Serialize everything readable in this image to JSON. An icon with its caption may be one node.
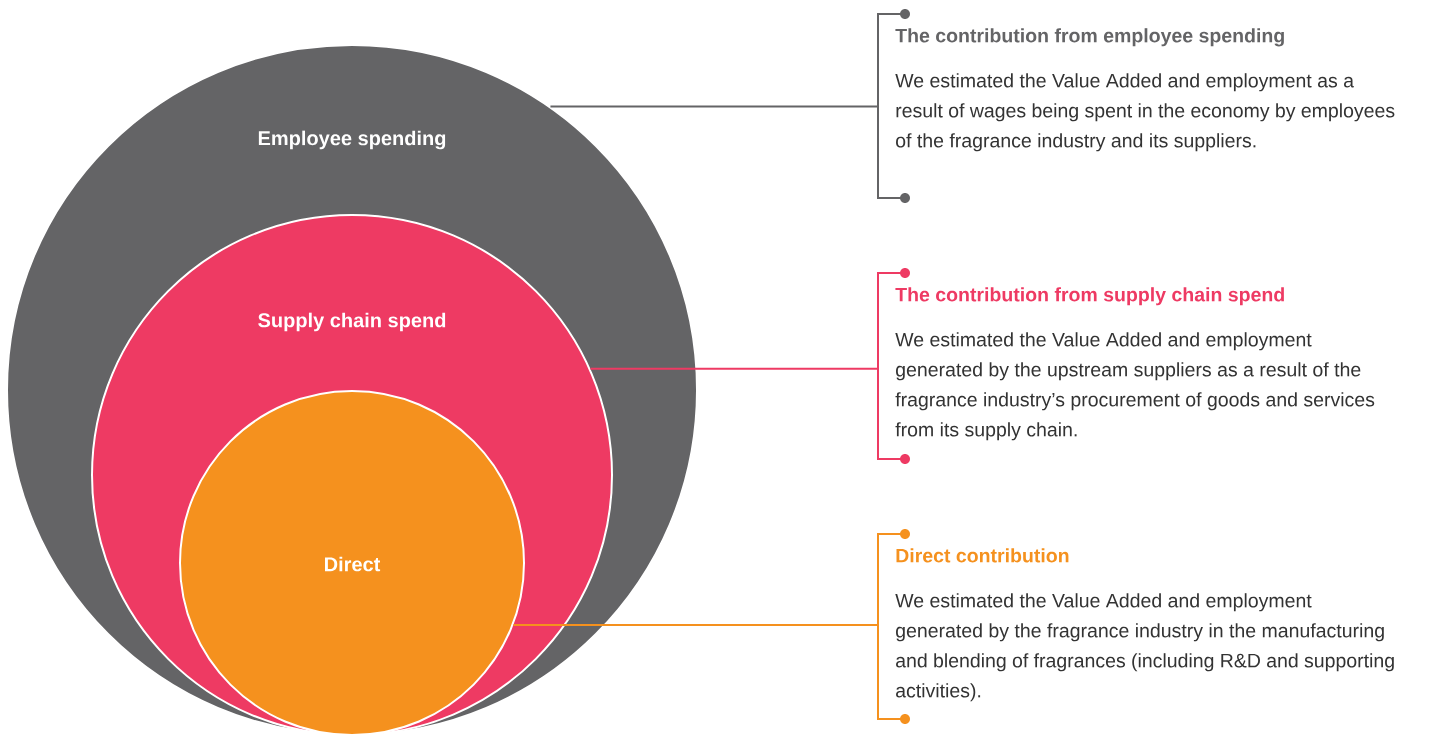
{
  "diagram": {
    "nodes": [
      {
        "text": [
          "Employee spending"
        ]
      },
      {
        "text": [
          "Supply chain spend"
        ],
        "in": 0
      },
      {
        "text": [
          "Direct"
        ],
        "in": 1
      },
      {
        "text": [
          "The contribution from employee spending",
          "We estimated the Value Added and employment as a result of wages being spent in the economy by employees of the fragrance industry and its suppliers."
        ]
      },
      {
        "text": [
          "The contribution from supply chain spend",
          "We estimated the Value Added and employment generated by the upstream suppliers as a result of the fragrance industry’s procurement of goods and services from its supply chain."
        ]
      },
      {
        "text": [
          "Direct contribution",
          "We estimated the Value Added and employment generated by the fragrance industry in the manufacturing and blending of fragrances (including R&D and supporting activities)."
        ]
      }
    ],
    "edges": [
      {
        "from": 0,
        "to": 3,
        "arrow": "none",
        "color": "#646466"
      },
      {
        "from": 1,
        "to": 4,
        "arrow": "none",
        "color": "#ee3a63"
      },
      {
        "from": 2,
        "to": 5,
        "arrow": "none",
        "color": "#f5911e"
      }
    ]
  }
}
